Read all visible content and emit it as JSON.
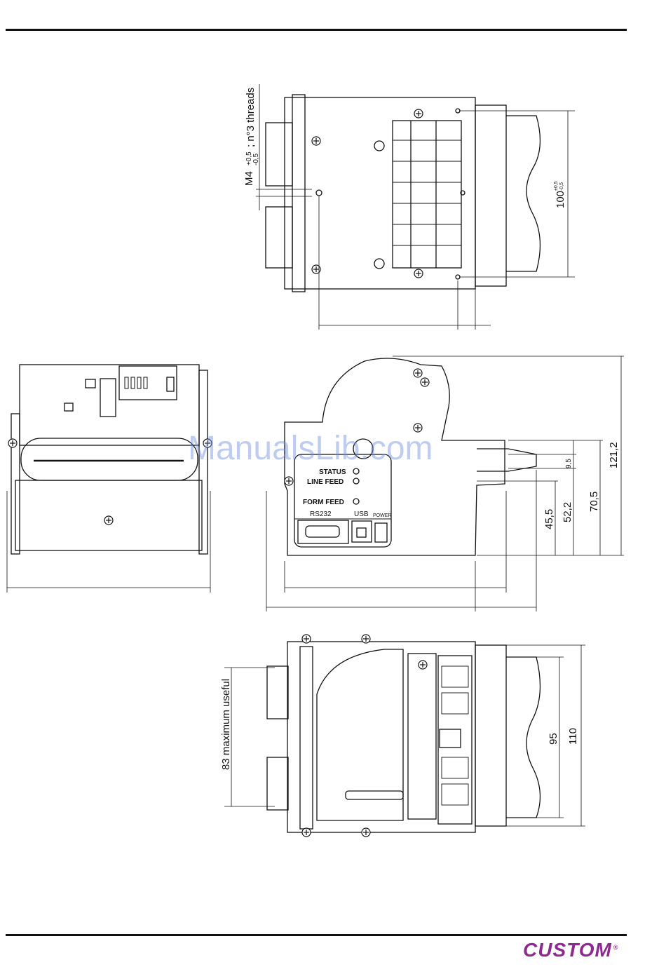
{
  "watermark": "ManualsLib.com",
  "brand": {
    "name": "CUSTOM",
    "mark": "®",
    "color": "#8c2a8f"
  },
  "top_view": {
    "thread_label": "M4",
    "thread_tol_upper": "+0,5",
    "thread_tol_lower": "-0,5",
    "thread_suffix": "; n°3 threads",
    "dim_100": "100",
    "dim_100_tol_upper": "±0,5",
    "dim_100_tol_lower": "-0,5"
  },
  "side_view": {
    "status_label": "STATUS",
    "line_feed_label": "LINE  FEED",
    "form_feed_label": "FORM  FEED",
    "rs232_label": "RS232",
    "usb_label": "USB",
    "power_label": "POWER",
    "dims": [
      "121,2",
      "9,5",
      "70,5",
      "52,2",
      "45,5"
    ]
  },
  "bottom_view": {
    "useful_label": "83 maximum useful",
    "dim_95": "95",
    "dim_110": "110"
  }
}
